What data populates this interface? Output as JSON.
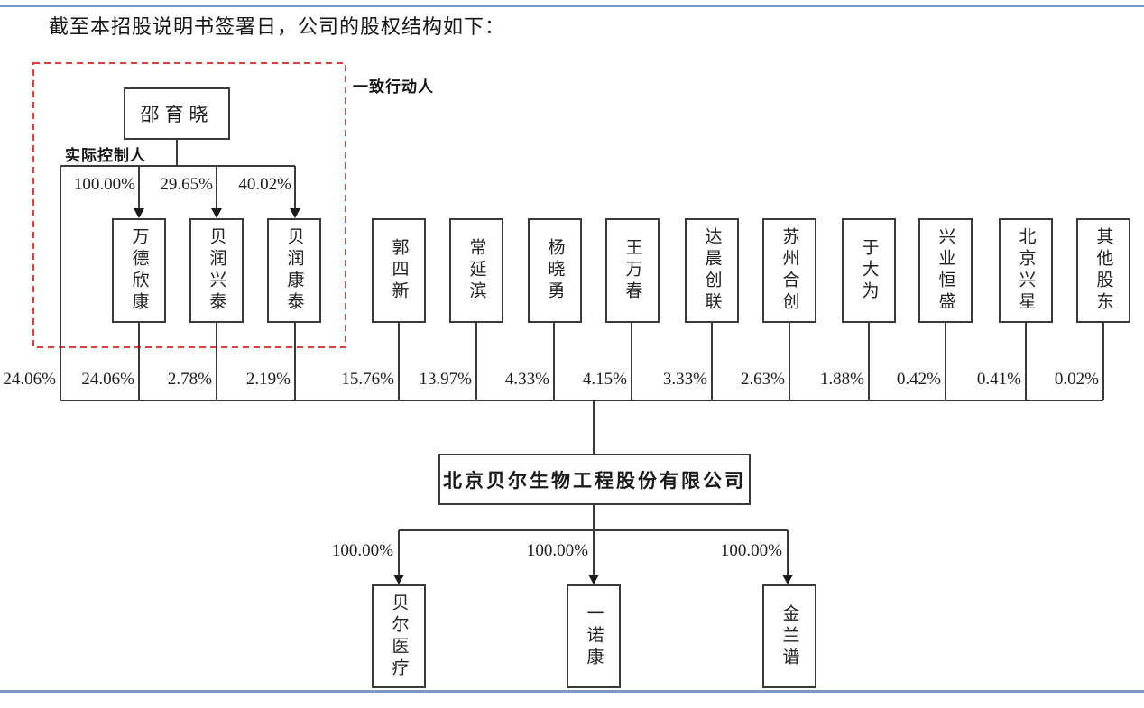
{
  "heading": "截至本招股说明书签署日，公司的股权结构如下：",
  "diagram": {
    "controller": "邵育晓",
    "actual_controller_label": "实际控制人",
    "acting_in_concert_label": "一致行动人",
    "top_percents": [
      "100.00%",
      "29.65%",
      "40.02%"
    ],
    "entities": [
      "万德欣康",
      "贝润兴泰",
      "贝润康泰",
      "郭四新",
      "常延滨",
      "杨晓勇",
      "王万春",
      "达晨创联",
      "苏州合创",
      "于大为",
      "兴业恒盛",
      "北京兴星",
      "其他股东"
    ],
    "share_percents": [
      "24.06%",
      "24.06%",
      "2.78%",
      "2.19%",
      "15.76%",
      "13.97%",
      "4.33%",
      "4.15%",
      "3.33%",
      "2.63%",
      "1.88%",
      "0.42%",
      "0.41%",
      "0.02%"
    ],
    "company": "北京贝尔生物工程股份有限公司",
    "subsidiary_percents": [
      "100.00%",
      "100.00%",
      "100.00%"
    ],
    "subsidiaries": [
      "贝尔医疗",
      "一诺康",
      "金兰谱"
    ]
  },
  "colors": {
    "rule_blue": "#7d97c8",
    "dashed_red": "#e23b3b",
    "line_dark": "#3a3a3a"
  }
}
